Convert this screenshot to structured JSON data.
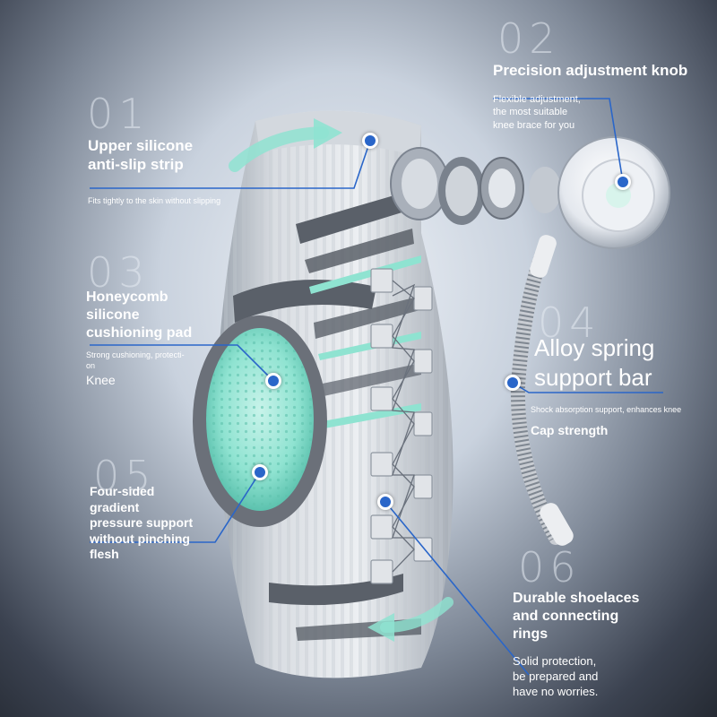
{
  "accent_color": "#1e5ac0",
  "highlight_color": "#7fe0cc",
  "callouts": [
    {
      "number": "01",
      "title": [
        "Upper silicone",
        "anti-slip strip"
      ],
      "desc": [
        "Fits tightly to the skin without slipping"
      ]
    },
    {
      "number": "02",
      "title": [
        "Precision adjustment knob"
      ],
      "desc": [
        "Flexible adjustment,",
        "the most suitable",
        "knee brace for you"
      ]
    },
    {
      "number": "03",
      "title": [
        "Honeycomb",
        "silicone",
        "cushioning pad"
      ],
      "desc": [
        "Strong cushioning, protecti-",
        "on"
      ],
      "extra": "Knee"
    },
    {
      "number": "04",
      "title": [
        "Alloy spring",
        "support bar"
      ],
      "desc": [
        "Shock absorption support, enhances knee"
      ],
      "extra": "Cap strength"
    },
    {
      "number": "05",
      "title": [
        "Four-sided",
        "gradient",
        "pressure support",
        "without pinching",
        "flesh"
      ],
      "desc": []
    },
    {
      "number": "06",
      "title": [
        "Durable shoelaces",
        "and connecting",
        "rings"
      ],
      "desc": [
        "Solid protection,",
        "be prepared and",
        "have no worries."
      ]
    }
  ],
  "icons": [
    "brace-knob-icon",
    "spring-bar-icon",
    "silicone-pad-icon",
    "lace-ring-icon"
  ]
}
